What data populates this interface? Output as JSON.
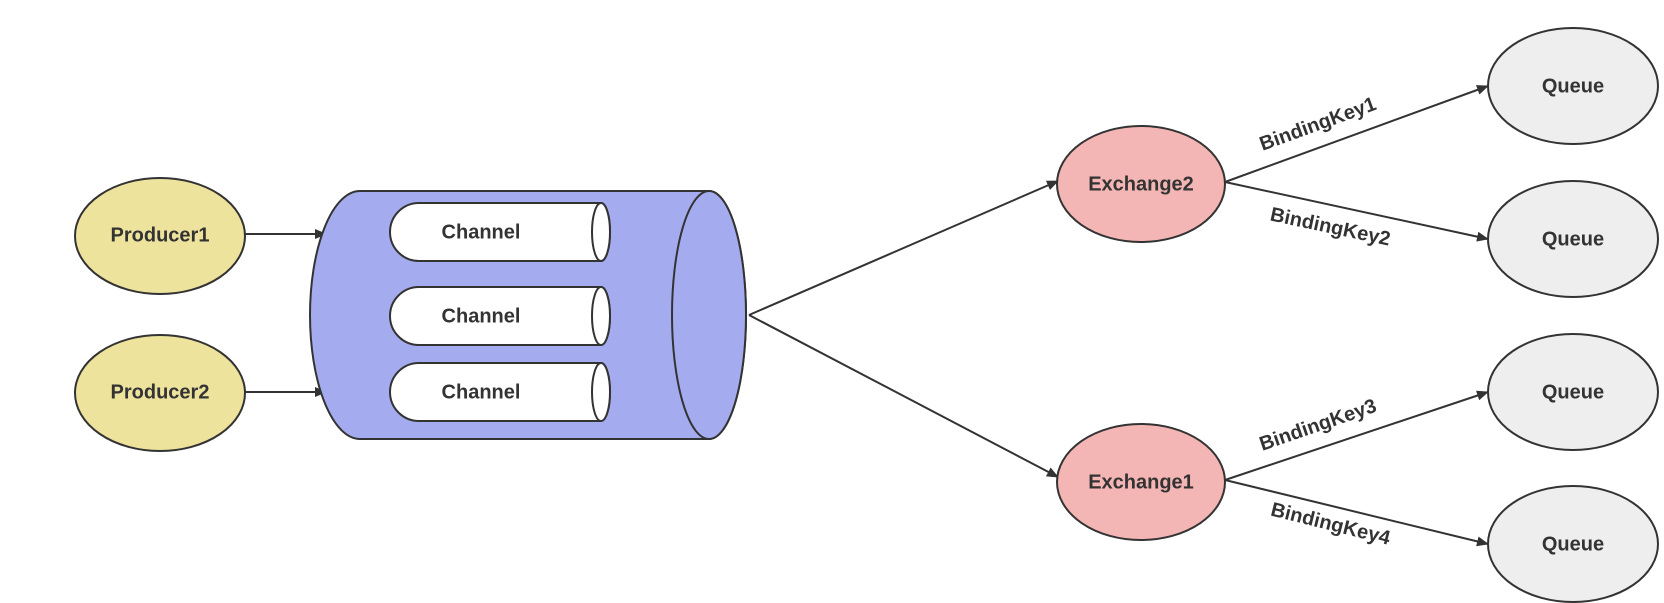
{
  "colors": {
    "producer": "#ede39d",
    "broker": "#a4acef",
    "channel": "#ffffff",
    "exchange": "#f4b6b4",
    "queue": "#eeeeee",
    "stroke": "#333333"
  },
  "producers": [
    {
      "label": "Producer1"
    },
    {
      "label": "Producer2"
    }
  ],
  "channels": [
    {
      "label": "Channel"
    },
    {
      "label": "Channel"
    },
    {
      "label": "Channel"
    }
  ],
  "exchanges": [
    {
      "label": "Exchange2"
    },
    {
      "label": "Exchange1"
    }
  ],
  "queues": [
    {
      "label": "Queue"
    },
    {
      "label": "Queue"
    },
    {
      "label": "Queue"
    },
    {
      "label": "Queue"
    }
  ],
  "bindings": [
    {
      "label": "BindingKey1"
    },
    {
      "label": "BindingKey2"
    },
    {
      "label": "BindingKey3"
    },
    {
      "label": "BindingKey4"
    }
  ]
}
